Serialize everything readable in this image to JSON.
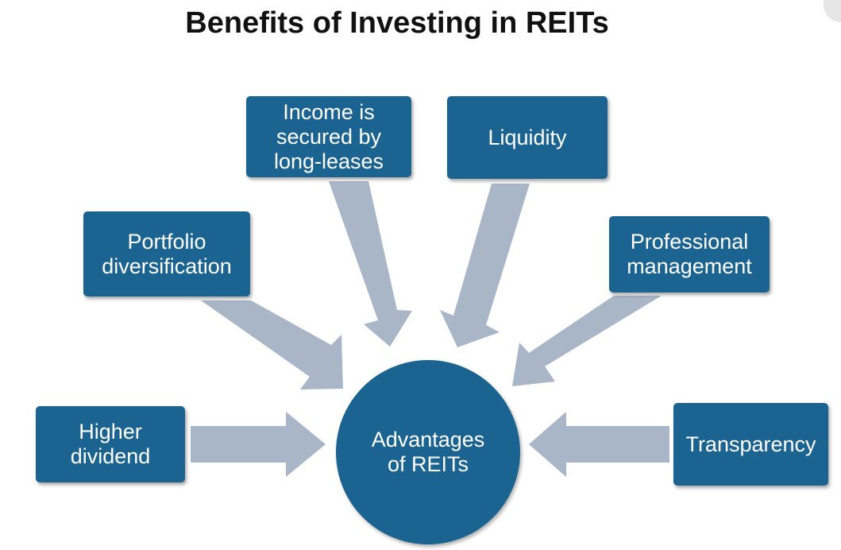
{
  "title": "Benefits of Investing in REITs",
  "hub": {
    "label": "Advantages\nof REITs"
  },
  "benefits": {
    "income": "Income is\nsecured by\nlong-leases",
    "liquidity": "Liquidity",
    "portfolio": "Portfolio\ndiversification",
    "professional": "Professional\nmanagement",
    "dividend": "Higher\ndividend",
    "transparency": "Transparency"
  },
  "colors": {
    "box": "#1b6492",
    "arrow": "#a9b6c8",
    "title": "#111111"
  }
}
